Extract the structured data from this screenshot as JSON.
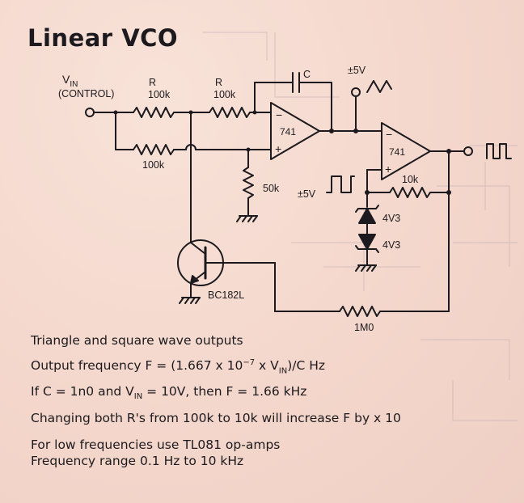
{
  "title": "Linear VCO",
  "schematic": {
    "vin_main": "V",
    "vin_sub": "IN",
    "vin_control": "(CONTROL)",
    "r1_name": "R",
    "r1_value": "100k",
    "r2_name": "R",
    "r2_value": "100k",
    "r3_value": "100k",
    "r4_value": "50k",
    "cap_name": "C",
    "opamp1_label": "741",
    "opamp2_label": "741",
    "minus_sign": "−",
    "plus_sign": "+",
    "supply_top": "±5V",
    "supply_side": "±5V",
    "r5_value": "10k",
    "zener1_label": "4V3",
    "zener2_label": "4V3",
    "transistor_label": "BC182L",
    "r6_value": "1M0"
  },
  "notes": {
    "line1": "Triangle and square wave outputs",
    "line2_prefix": "Output frequency F = (1.667 x 10",
    "line2_exp": "−7",
    "line2_mid": " x V",
    "line2_sub": "IN",
    "line2_suffix": ")/C Hz",
    "line3_prefix": "If C = 1n0 and V",
    "line3_sub": "IN",
    "line3_suffix": " = 10V, then F = 1.66 kHz",
    "line4": "Changing both R's from 100k to 10k will increase F by x 10",
    "line5": "For low frequencies use TL081 op-amps",
    "line6": "Frequency range 0.1 Hz to 10 kHz"
  },
  "colors": {
    "ink": "#1c1a1e",
    "paper": "#f5d9cf"
  }
}
